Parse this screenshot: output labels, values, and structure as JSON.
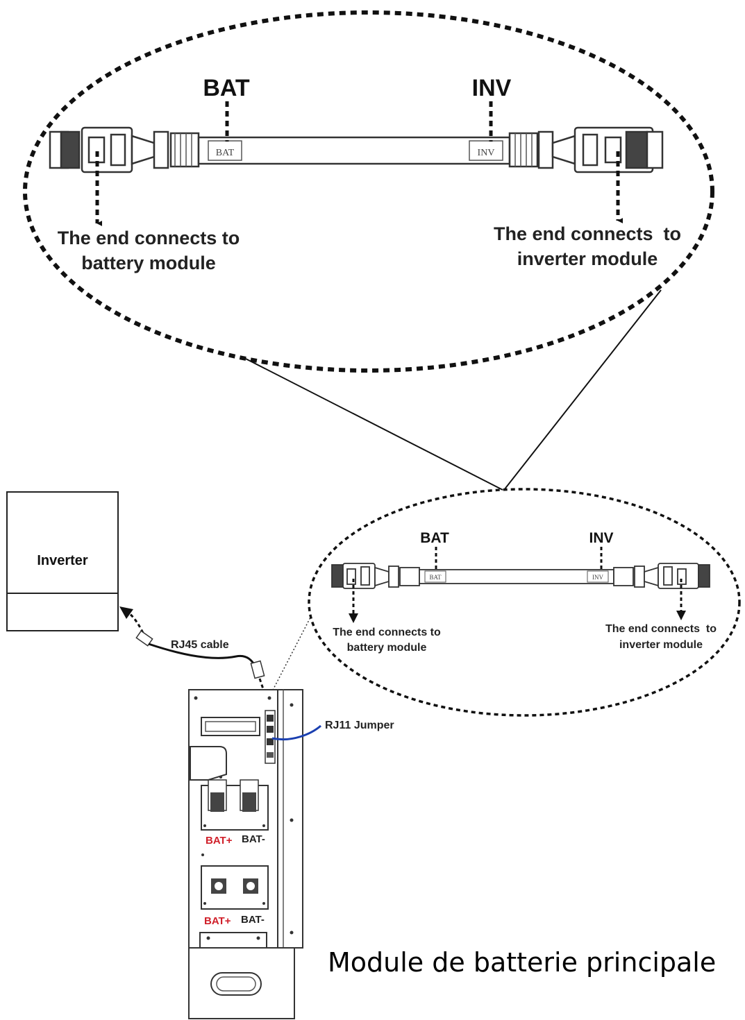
{
  "zoom_callout": {
    "bat_label": "BAT",
    "inv_label": "INV",
    "bat_connector_mark": "BAT",
    "inv_connector_mark": "INV",
    "left_end_line1": "The end connects to",
    "left_end_line2": "battery module",
    "right_end_line1": "The end connects  to",
    "right_end_line2": "inverter module"
  },
  "small_callout": {
    "bat_label": "BAT",
    "inv_label": "INV",
    "bat_connector_mark": "BAT",
    "inv_connector_mark": "INV",
    "left_end_line1": "The end connects to",
    "left_end_line2": "battery module",
    "right_end_line1": "The end connects  to",
    "right_end_line2": "inverter module"
  },
  "inverter": {
    "label": "Inverter"
  },
  "cables": {
    "rj45_label": "RJ45 cable",
    "rj11_label": "RJ11 Jumper",
    "rj11_color": "#1a3fb0"
  },
  "battery_module": {
    "upper_terminals": {
      "positive": "BAT+",
      "negative": "BAT-"
    },
    "lower_terminals": {
      "positive": "BAT+",
      "negative": "BAT-"
    },
    "positive_color": "#d0202a"
  },
  "caption": "Module de batterie principale"
}
